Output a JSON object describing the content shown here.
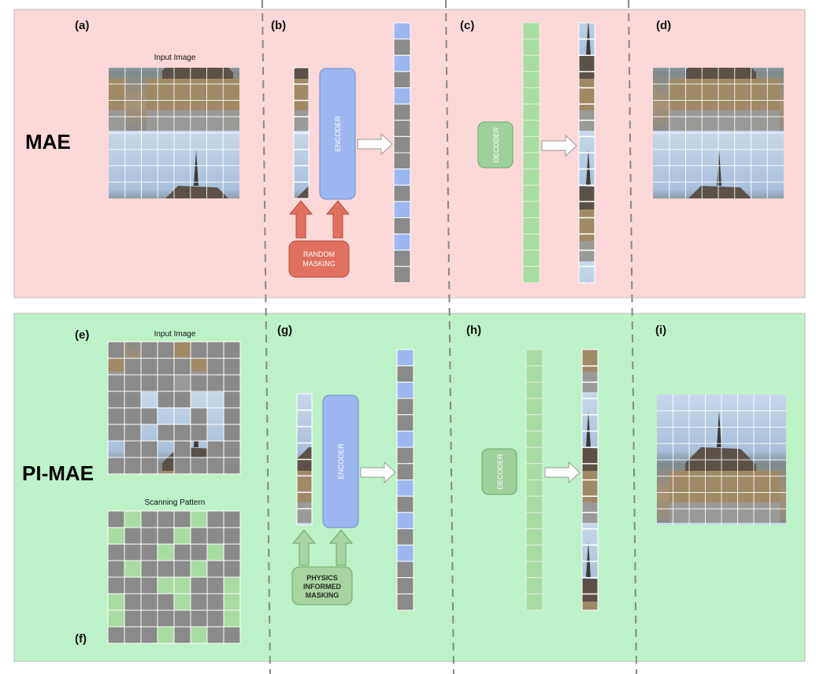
{
  "panels": {
    "mae": {
      "row_label": "MAE",
      "labels": {
        "a": "(a)",
        "b": "(b)",
        "c": "(c)",
        "d": "(d)"
      },
      "input_image_caption": "Input Image",
      "encoder_label": "ENCODER",
      "decoder_label": "DECODER",
      "masking_label_line1": "RANDOM",
      "masking_label_line2": "MASKING"
    },
    "pimae": {
      "row_label": "PI-MAE",
      "labels": {
        "e": "(e)",
        "f": "(f)",
        "g": "(g)",
        "h": "(h)",
        "i": "(i)"
      },
      "input_image_caption": "Input Image",
      "scanning_pattern_caption": "Scanning Pattern",
      "encoder_label": "ENCODER",
      "decoder_label": "DECODER",
      "masking_label_line1": "PHYSICS",
      "masking_label_line2": "INFORMED",
      "masking_label_line3": "MASKING"
    }
  },
  "colors": {
    "mae_bg": "#fdd8d8",
    "pimae_bg": "#bdf2c8",
    "encoder": "#9db8f0",
    "decoder": "#9ed19a",
    "random_masking": "#e0705f",
    "physics_masking": "#a8d4a0",
    "token_gray": "#8a8a8a",
    "token_blue": "#9db8f0",
    "token_green": "#a8dca2",
    "arrow_red": "#e0705f",
    "arrow_green": "#a8d4a0"
  }
}
